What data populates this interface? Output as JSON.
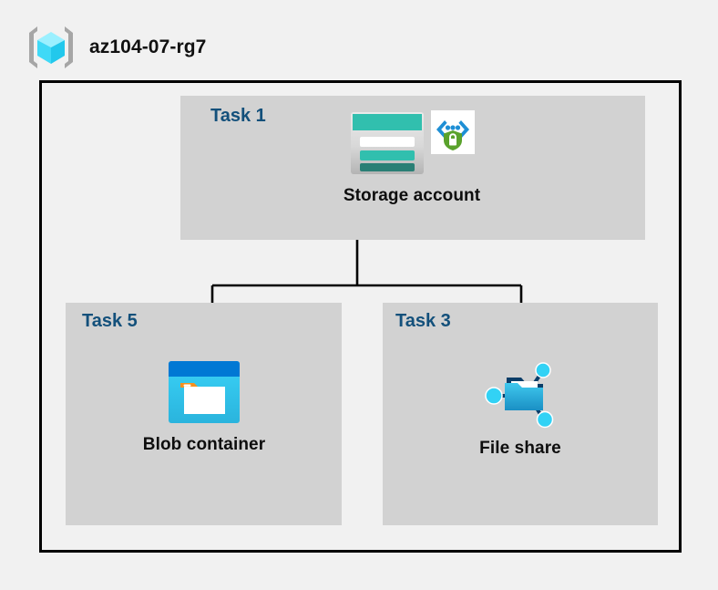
{
  "header": {
    "icon": "resource-group-cube-icon",
    "title": "az104-07-rg7"
  },
  "colors": {
    "background": "#f1f1f1",
    "panel": "#d2d2d2",
    "frame_border": "#000000",
    "task_label": "#13507b",
    "caption": "#0d0d0d",
    "connector": "#000000",
    "storage_teal": "#31bfae",
    "storage_teal_dark": "#2a7f75",
    "blob_blue": "#0078d4",
    "blob_cyan": "#32c8f0",
    "blob_tab_orange": "#f7901e",
    "fileshare_blue": "#32b4e6",
    "fileshare_navy": "#0a3d68",
    "fileshare_node": "#32d2f5",
    "shield_green": "#5aa22c",
    "bracket_blue": "#1e8fd5",
    "cube_cyan": "#46e0ff",
    "cube_bracket_gray": "#a6a6a6"
  },
  "diagram": {
    "type": "azure-architecture-tree",
    "panels": [
      {
        "id": "task1",
        "task_label": "Task 1",
        "node": {
          "caption": "Storage account",
          "icons": [
            "storage-account-icon",
            "secure-endpoint-shield-icon"
          ]
        }
      },
      {
        "id": "task5",
        "task_label": "Task 5",
        "node": {
          "caption": "Blob container",
          "icons": [
            "blob-container-icon"
          ]
        }
      },
      {
        "id": "task3",
        "task_label": "Task 3",
        "node": {
          "caption": "File share",
          "icons": [
            "file-share-icon"
          ]
        }
      }
    ],
    "connections": [
      {
        "from": "task1",
        "to": "task5"
      },
      {
        "from": "task1",
        "to": "task3"
      }
    ]
  }
}
